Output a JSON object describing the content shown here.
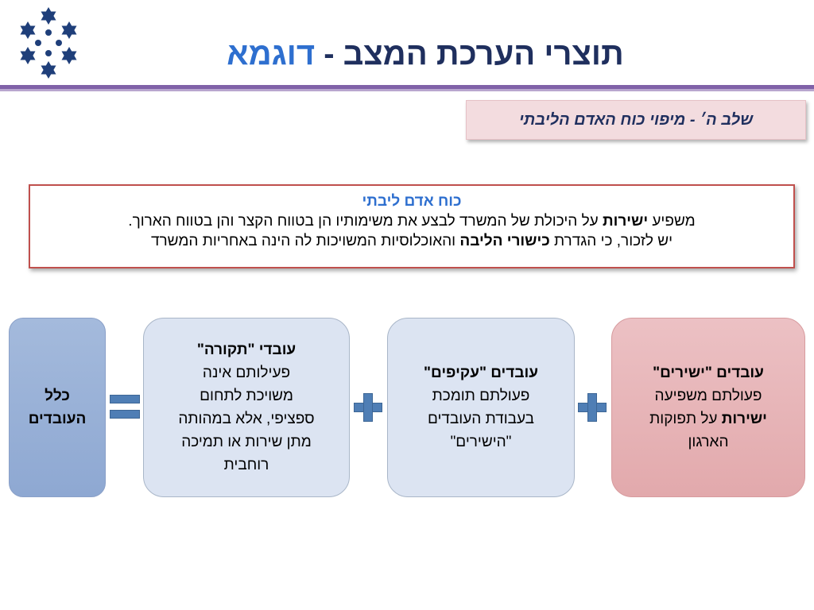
{
  "header": {
    "title_main": "תוצרי הערכת המצב",
    "title_separator": "-",
    "title_accent": "דוגמא"
  },
  "stage": {
    "label": "שלב ה׳ - מיפוי כוח האדם הליבתי"
  },
  "info": {
    "title": "כוח אדם ליבתי",
    "line1_pre": "משפיע",
    "line1_bold": "ישירות",
    "line1_post": "על היכולת של המשרד לבצע את משימותיו הן בטווח הקצר והן בטווח הארוך.",
    "line2_pre": "יש לזכור, כי הגדרת",
    "line2_bold": "כישורי הליבה",
    "line2_post": "והאוכלוסיות המשויכות לה הינה באחריות המשרד"
  },
  "cards": {
    "direct": {
      "title": "עובדים \"ישירים\"",
      "line1": "פעולתם משפיעה",
      "line2_bold": "ישירות",
      "line2_post": "על תפוקות",
      "line3": "הארגון"
    },
    "indirect": {
      "title": "עובדים \"עקיפים\"",
      "line1": "פעולתם תומכת",
      "line2": "בעבודת העובדים",
      "line3": "\"הישירים\""
    },
    "mgmt": {
      "title": "עובדי \"תקורה\"",
      "line1": "פעילותם אינה",
      "line2": "משויכת לתחום",
      "line3": "ספציפי, אלא במהותה",
      "line4": "מתן שירות או תמיכה",
      "line5": "רוחבית"
    },
    "total": {
      "line1": "כלל",
      "line2": "העובדים"
    }
  },
  "operators": {
    "plus_icon": "plus-icon",
    "equals_icon": "equals-icon"
  },
  "colors": {
    "title_dark": "#1F2F5E",
    "title_accent": "#2E6FCF",
    "divider": "#8061A8",
    "info_border": "#C0504D",
    "card_direct": "#E2A9AC",
    "card_light": "#DCE4F2",
    "card_total": "#95AED6",
    "operator": "#4F7EB5"
  }
}
